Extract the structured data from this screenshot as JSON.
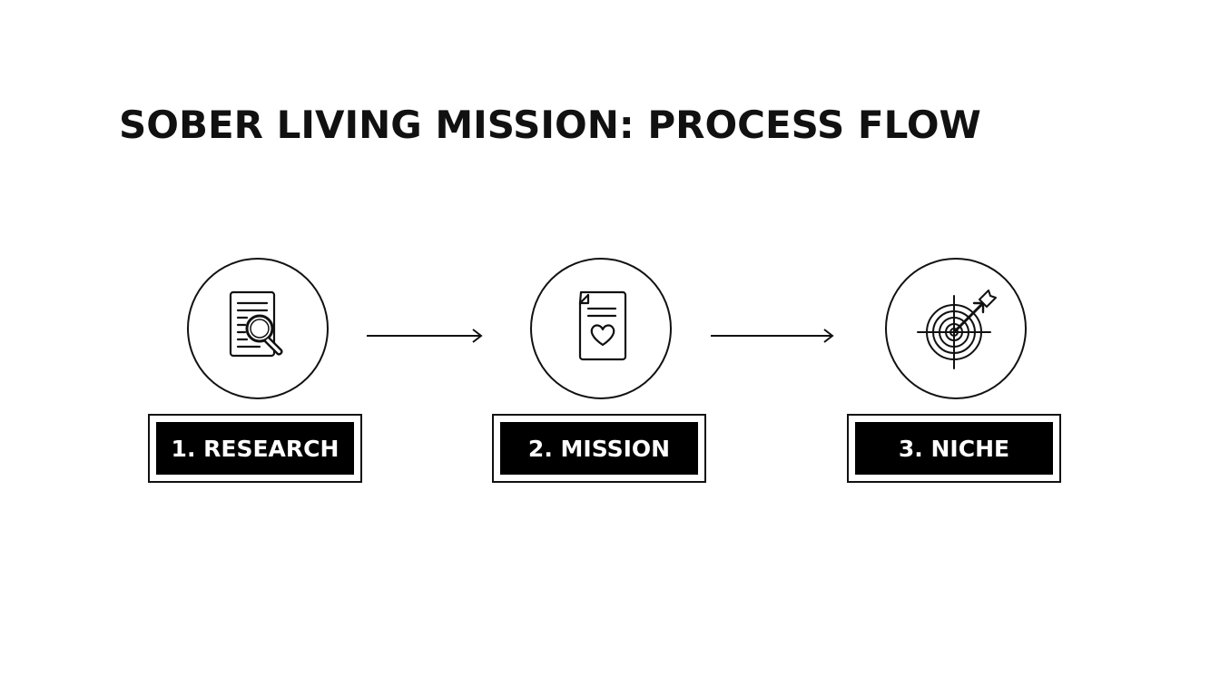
{
  "diagram": {
    "title": "SOBER LIVING MISSION: PROCESS FLOW",
    "steps": [
      {
        "label": "1. RESEARCH",
        "icon": "document-search-icon"
      },
      {
        "label": "2. MISSION",
        "icon": "document-heart-icon"
      },
      {
        "label": "3. NICHE",
        "icon": "target-arrow-icon"
      }
    ],
    "colors": {
      "stroke": "#111111",
      "label_background": "#000000",
      "label_text": "#ffffff",
      "page_background": "#ffffff"
    }
  }
}
